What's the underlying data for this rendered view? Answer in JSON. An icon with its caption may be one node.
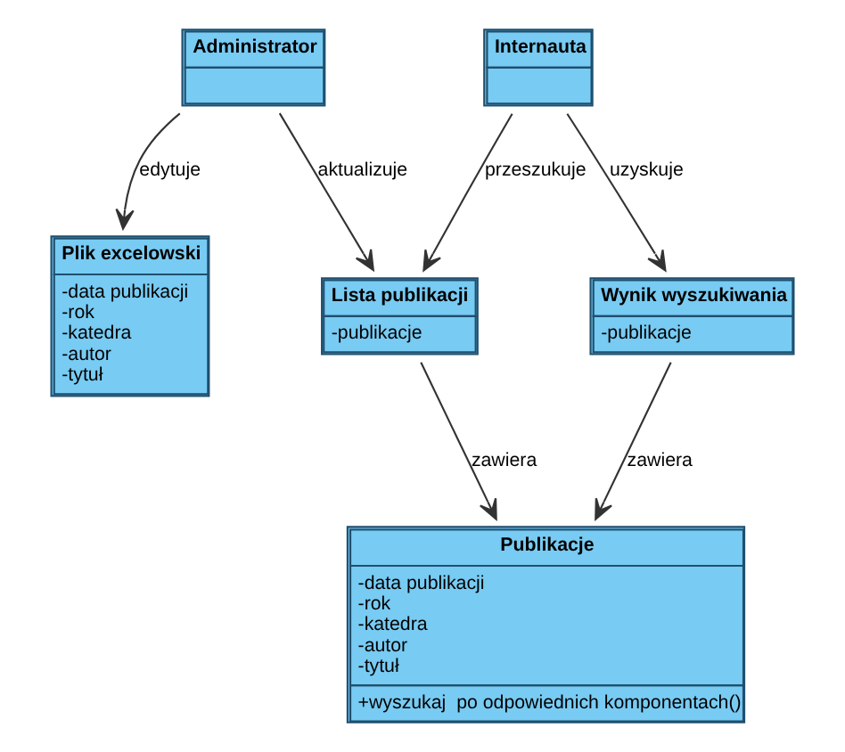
{
  "diagram": {
    "nodes": [
      {
        "text": [
          "Administrator"
        ]
      },
      {
        "text": [
          "Plik excelowski",
          "-data publikacji",
          "-rok",
          "-katedra",
          "-autor",
          "-tytuł"
        ]
      },
      {
        "text": [
          "Lista publikacji",
          "-publikacje"
        ]
      },
      {
        "text": [
          "Publikacje",
          "-data publikacji",
          "-rok",
          "-katedra",
          "-autor",
          "-tytuł",
          "+wyszukaj  po odpowiednich komponentach()"
        ]
      },
      {
        "text": [
          "Internauta"
        ]
      },
      {
        "text": [
          "Wynik wyszukiwania",
          "-publikacje"
        ]
      }
    ],
    "edges": [
      {
        "from": 0,
        "to": 1,
        "arrow": "to",
        "label": "edytuje"
      },
      {
        "from": 0,
        "to": 2,
        "arrow": "to",
        "label": "aktualizuje"
      },
      {
        "from": 2,
        "to": 3,
        "arrow": "to",
        "label": "zawiera"
      },
      {
        "from": 4,
        "to": 2,
        "arrow": "to",
        "label": "przeszukuje"
      },
      {
        "from": 4,
        "to": 5,
        "arrow": "to",
        "label": "uzyskuje"
      },
      {
        "from": 5,
        "to": 3,
        "arrow": "to",
        "label": "zawiera"
      }
    ]
  }
}
